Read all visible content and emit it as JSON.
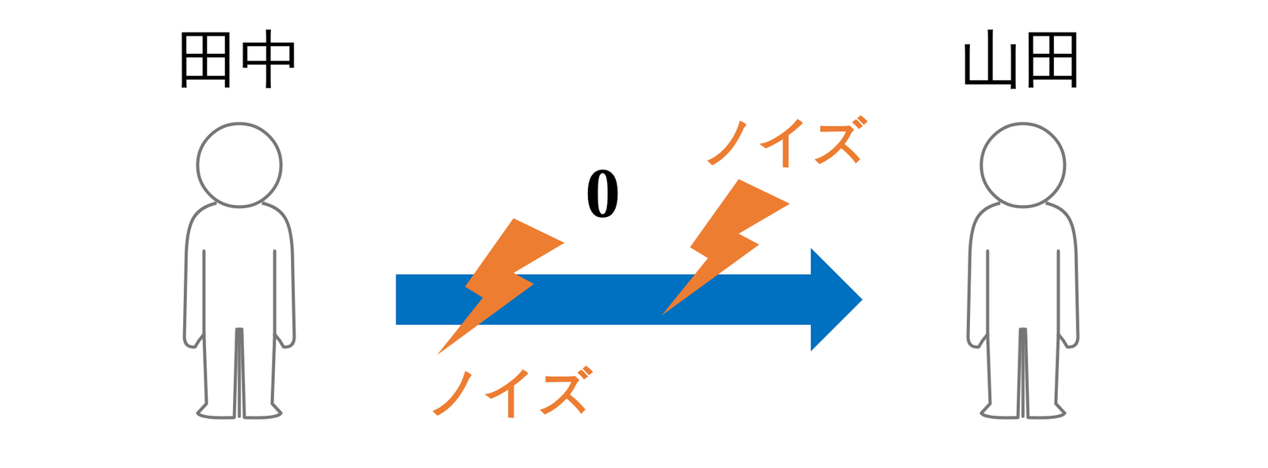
{
  "diagram": {
    "nodes": [
      {
        "text": [
          "田中"
        ]
      },
      {
        "text": [
          "山田"
        ]
      }
    ],
    "edges": [
      {
        "from": 0,
        "to": 1,
        "arrow": "to",
        "label": "0"
      }
    ],
    "labels": [
      "ノイズ",
      "ノイズ"
    ]
  }
}
